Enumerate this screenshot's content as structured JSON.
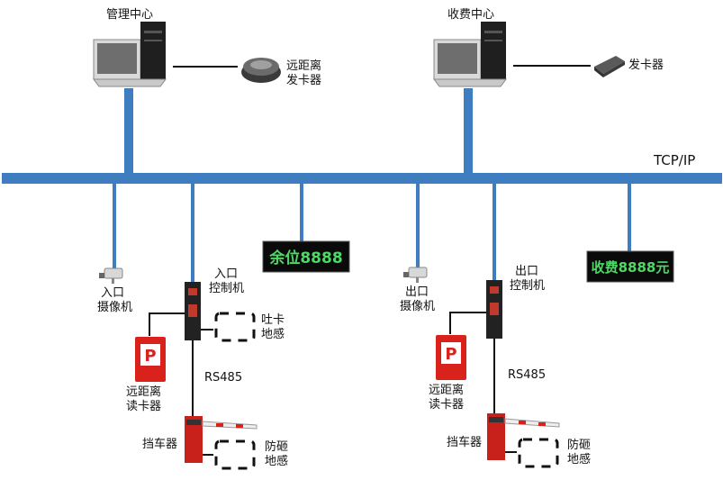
{
  "network_label": "TCP/IP",
  "mgmt_center": {
    "title": "管理中心",
    "reader_line1": "远距离",
    "reader_line2": "发卡器"
  },
  "fee_center": {
    "title": "收费中心",
    "reader_label": "发卡器"
  },
  "entrance": {
    "camera_line1": "入口",
    "camera_line2": "摄像机",
    "controller_line1": "入口",
    "controller_line2": "控制机",
    "reader_line1": "远距离",
    "reader_line2": "读卡器",
    "loop1_line1": "吐卡",
    "loop1_line2": "地感",
    "bus_label": "RS485",
    "barrier_label": "挡车器",
    "loop2_line1": "防砸",
    "loop2_line2": "地感"
  },
  "exit": {
    "camera_line1": "出口",
    "camera_line2": "摄像机",
    "controller_line1": "出口",
    "controller_line2": "控制机",
    "reader_line1": "远距离",
    "reader_line2": "读卡器",
    "bus_label": "RS485",
    "barrier_label": "挡车器",
    "loop2_line1": "防砸",
    "loop2_line2": "地感"
  },
  "space_display": {
    "text": "余位8888"
  },
  "fee_display": {
    "text": "收费8888元"
  },
  "colors": {
    "network": "#3d7dc0",
    "display_bg": "#0a0a0a",
    "display_text": "#4cd964",
    "device_red": "#d9221c"
  }
}
